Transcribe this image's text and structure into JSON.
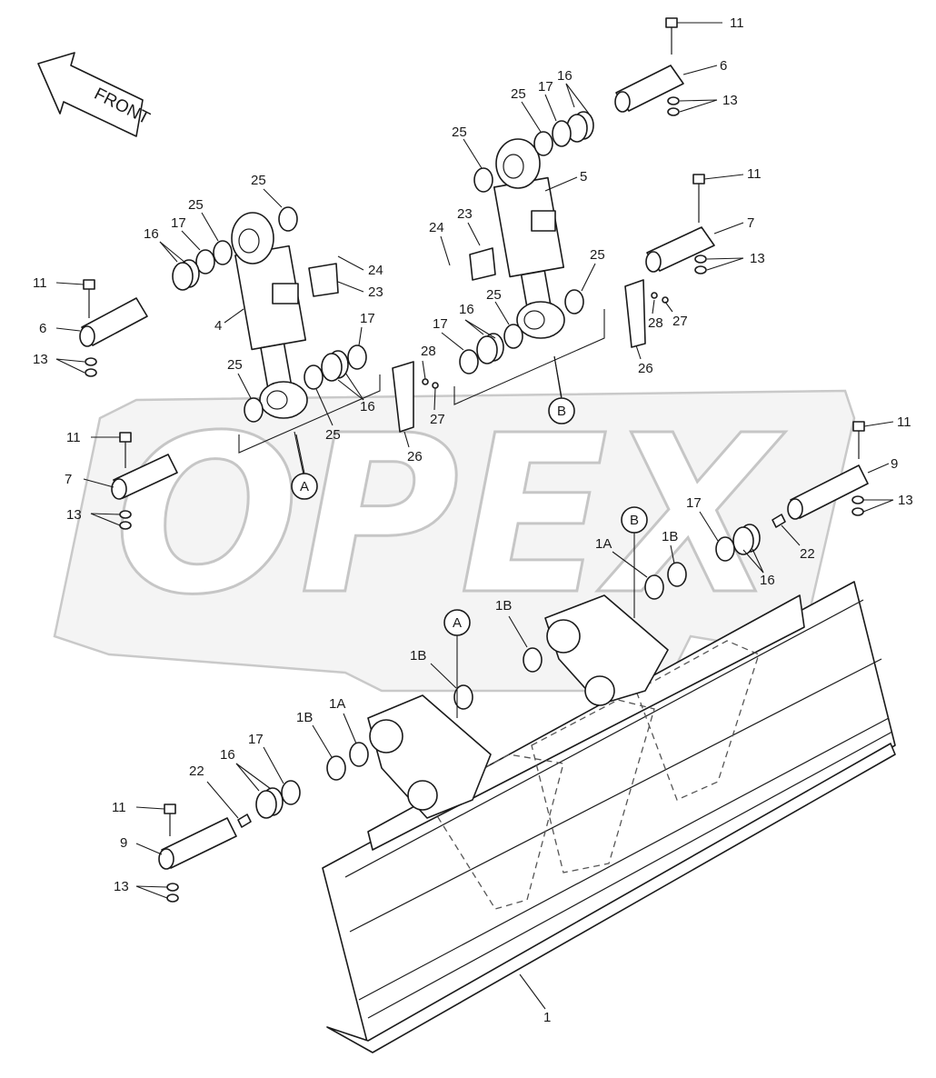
{
  "diagram": {
    "watermark_text": "OPEX",
    "front_arrow_label": "FRONT",
    "callouts": [
      {
        "id": "c11a",
        "text": "11"
      },
      {
        "id": "c6a",
        "text": "6"
      },
      {
        "id": "c13a",
        "text": "13"
      },
      {
        "id": "c16a",
        "text": "16"
      },
      {
        "id": "c17a",
        "text": "17"
      },
      {
        "id": "c25a",
        "text": "25"
      },
      {
        "id": "c25b",
        "text": "25"
      },
      {
        "id": "c5",
        "text": "5"
      },
      {
        "id": "c24a",
        "text": "24"
      },
      {
        "id": "c23a",
        "text": "23"
      },
      {
        "id": "c11b",
        "text": "11"
      },
      {
        "id": "c7a",
        "text": "7"
      },
      {
        "id": "c13b",
        "text": "13"
      },
      {
        "id": "c25c",
        "text": "25"
      },
      {
        "id": "c28a",
        "text": "28"
      },
      {
        "id": "c27a",
        "text": "27"
      },
      {
        "id": "c26a",
        "text": "26"
      },
      {
        "id": "c16b",
        "text": "16"
      },
      {
        "id": "c25d",
        "text": "25"
      },
      {
        "id": "c17b",
        "text": "17"
      },
      {
        "id": "c25e",
        "text": "25"
      },
      {
        "id": "c25f",
        "text": "25"
      },
      {
        "id": "c16c",
        "text": "16"
      },
      {
        "id": "c17c",
        "text": "17"
      },
      {
        "id": "c11c",
        "text": "11"
      },
      {
        "id": "c6b",
        "text": "6"
      },
      {
        "id": "c13c",
        "text": "13"
      },
      {
        "id": "c4",
        "text": "4"
      },
      {
        "id": "c24b",
        "text": "24"
      },
      {
        "id": "c23b",
        "text": "23"
      },
      {
        "id": "c17d",
        "text": "17"
      },
      {
        "id": "c28b",
        "text": "28"
      },
      {
        "id": "c25g",
        "text": "25"
      },
      {
        "id": "c16d",
        "text": "16"
      },
      {
        "id": "c27b",
        "text": "27"
      },
      {
        "id": "c25h",
        "text": "25"
      },
      {
        "id": "c26b",
        "text": "26"
      },
      {
        "id": "c11d",
        "text": "11"
      },
      {
        "id": "c7b",
        "text": "7"
      },
      {
        "id": "c13d",
        "text": "13"
      },
      {
        "id": "c11e",
        "text": "11"
      },
      {
        "id": "c9a",
        "text": "9"
      },
      {
        "id": "c13e",
        "text": "13"
      },
      {
        "id": "c17e",
        "text": "17"
      },
      {
        "id": "c1Ba",
        "text": "1B"
      },
      {
        "id": "c1Aa",
        "text": "1A"
      },
      {
        "id": "c22a",
        "text": "22"
      },
      {
        "id": "c16e",
        "text": "16"
      },
      {
        "id": "c1Bb",
        "text": "1B"
      },
      {
        "id": "c1Bc",
        "text": "1B"
      },
      {
        "id": "c1Bd",
        "text": "1B"
      },
      {
        "id": "c1Ab",
        "text": "1A"
      },
      {
        "id": "c17f",
        "text": "17"
      },
      {
        "id": "c16f",
        "text": "16"
      },
      {
        "id": "c22b",
        "text": "22"
      },
      {
        "id": "c11f",
        "text": "11"
      },
      {
        "id": "c9b",
        "text": "9"
      },
      {
        "id": "c13f",
        "text": "13"
      },
      {
        "id": "c1",
        "text": "1"
      }
    ],
    "reference_markers": [
      {
        "id": "ra1",
        "text": "A"
      },
      {
        "id": "rb1",
        "text": "B"
      },
      {
        "id": "rb2",
        "text": "B"
      },
      {
        "id": "ra2",
        "text": "A"
      }
    ]
  }
}
